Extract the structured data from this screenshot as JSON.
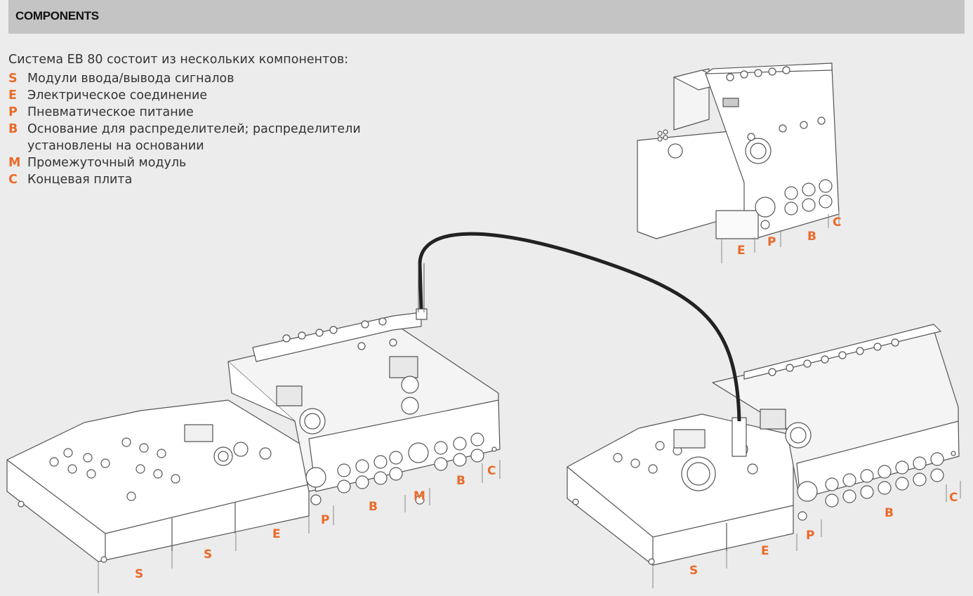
{
  "header": {
    "title": "COMPONENTS"
  },
  "intro": "Система EB 80 состоит из нескольких компонентов:",
  "legend": [
    {
      "code": "S",
      "text": "Модули ввода/вывода сигналов"
    },
    {
      "code": "E",
      "text": "Электрическое соединение"
    },
    {
      "code": "P",
      "text": "Пневматическое питание"
    },
    {
      "code": "B",
      "text": "Основание для распределителей; распределители установлены на основании"
    },
    {
      "code": "M",
      "text": "Промежуточный модуль"
    },
    {
      "code": "C",
      "text": "Концевая плита"
    }
  ],
  "colors": {
    "header_bg": "#c4c4c4",
    "page_bg": "#ececec",
    "accent": "#ea6a2a",
    "text": "#333333"
  },
  "diagram_labels": {
    "top": [
      "E",
      "P",
      "B",
      "C"
    ],
    "left": [
      "S",
      "S",
      "E",
      "P",
      "B",
      "M",
      "B",
      "C"
    ],
    "right": [
      "S",
      "E",
      "P",
      "B",
      "C"
    ]
  }
}
